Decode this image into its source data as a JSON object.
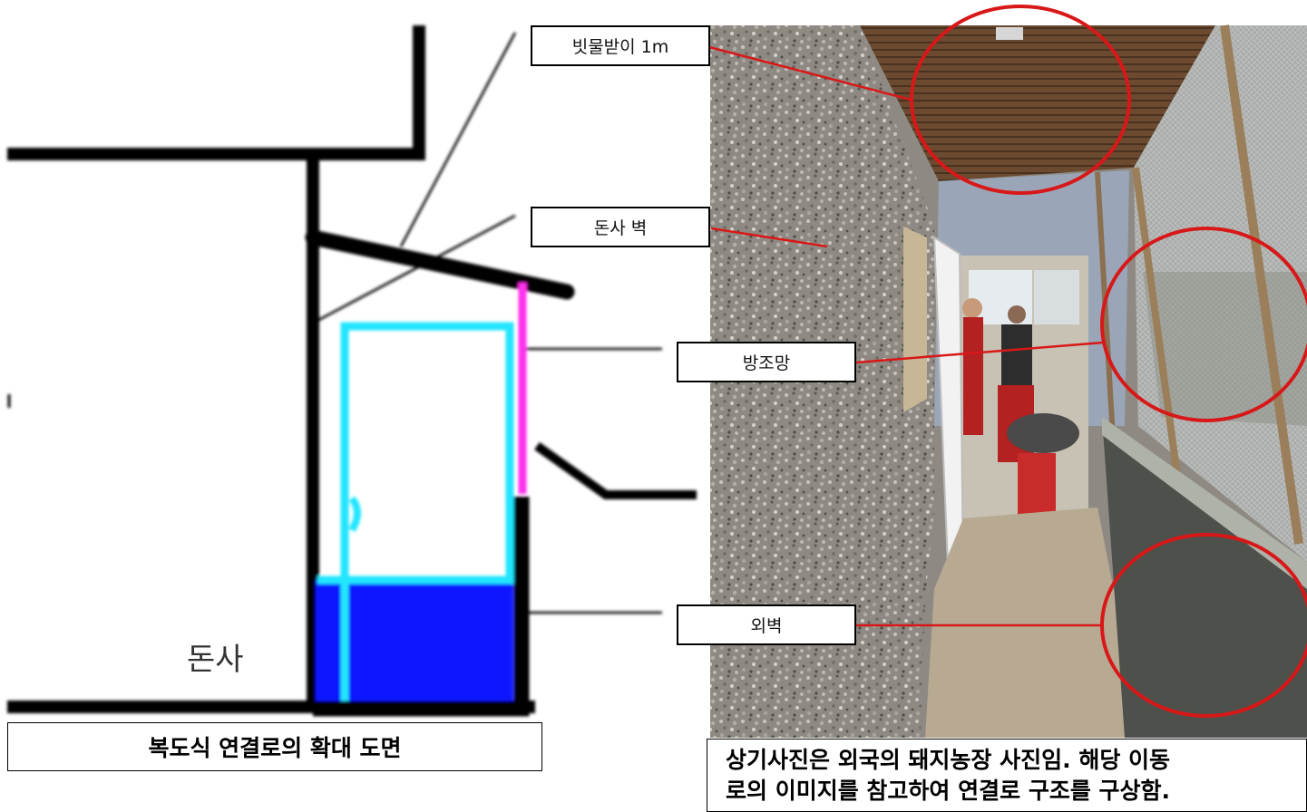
{
  "diagram": {
    "building_label": "돈사",
    "callouts": {
      "gutter": "빗물받이 1m",
      "wall": "돈사 벽",
      "net": "방조망",
      "outer_wall": "외벽"
    },
    "colors": {
      "structure": "#000000",
      "frame": "#22e5ff",
      "net": "#ff33ee",
      "base": "#0a17ff",
      "highlight": "#d81818"
    }
  },
  "photo": {
    "subject": "외국 돼지농장 복도 사진"
  },
  "captions": {
    "left": "복도식 연결로의 확대 도면",
    "right_line1": "상기사진은 외국의 돼지농장 사진임. 해당 이동",
    "right_line2": "로의 이미지를 참고하여 연결로 구조를 구상함."
  }
}
